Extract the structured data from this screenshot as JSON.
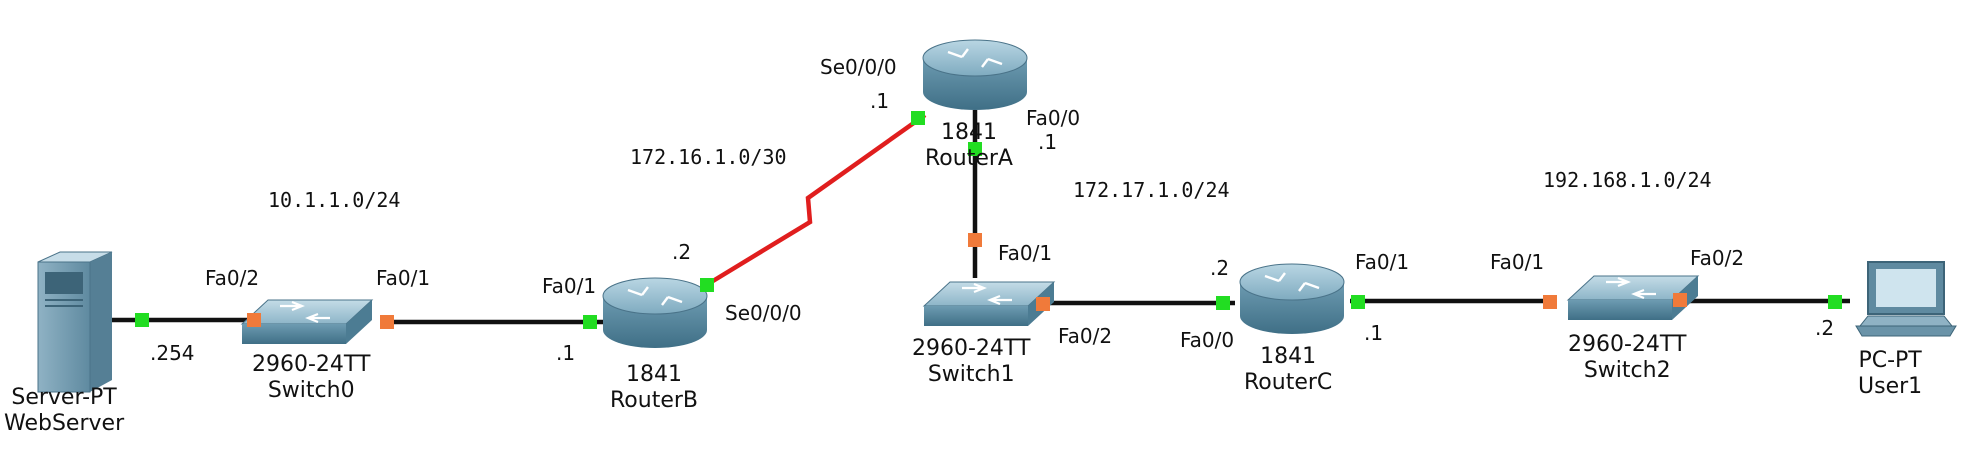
{
  "networks": {
    "lan1": "10.1.1.0/24",
    "wan": "172.16.1.0/30",
    "lan2": "172.17.1.0/24",
    "lan3": "192.168.1.0/24"
  },
  "devices": {
    "webserver": {
      "type": "Server-PT",
      "name": "WebServer",
      "icon": "server-icon"
    },
    "switch0": {
      "model": "2960-24TT",
      "name": "Switch0",
      "icon": "switch-icon"
    },
    "routerB": {
      "model": "1841",
      "name": "RouterB",
      "icon": "router-icon"
    },
    "routerA": {
      "model": "1841",
      "name": "RouterA",
      "icon": "router-icon"
    },
    "switch1": {
      "model": "2960-24TT",
      "name": "Switch1",
      "icon": "switch-icon"
    },
    "routerC": {
      "model": "1841",
      "name": "RouterC",
      "icon": "router-icon"
    },
    "switch2": {
      "model": "2960-24TT",
      "name": "Switch2",
      "icon": "switch-icon"
    },
    "user1": {
      "type": "PC-PT",
      "name": "User1",
      "icon": "pc-icon"
    }
  },
  "ports": {
    "sw0_fa02": "Fa0/2",
    "sw0_fa01": "Fa0/1",
    "rb_fa01": "Fa0/1",
    "rb_se000": "Se0/0/0",
    "ra_se000": "Se0/0/0",
    "ra_fa00": "Fa0/0",
    "sw1_fa01": "Fa0/1",
    "sw1_fa02": "Fa0/2",
    "rc_fa00": "Fa0/0",
    "rc_fa01": "Fa0/1",
    "sw2_fa01": "Fa0/1",
    "sw2_fa02": "Fa0/2"
  },
  "hosts": {
    "webserver_ip": ".254",
    "rb_fa01_ip": ".1",
    "rb_se000_ip": ".2",
    "ra_se000_ip": ".1",
    "ra_fa00_ip": ".1",
    "rc_fa00_ip": ".2",
    "rc_fa01_ip": ".1",
    "user1_ip": ".2"
  },
  "colors": {
    "ethernet_link": "#111111",
    "serial_link": "#e01e1e",
    "link_up": "#22dd22",
    "link_blocking": "#f07a3a",
    "router_body": "#5a8fa8",
    "switch_body": "#6a9bb0"
  }
}
